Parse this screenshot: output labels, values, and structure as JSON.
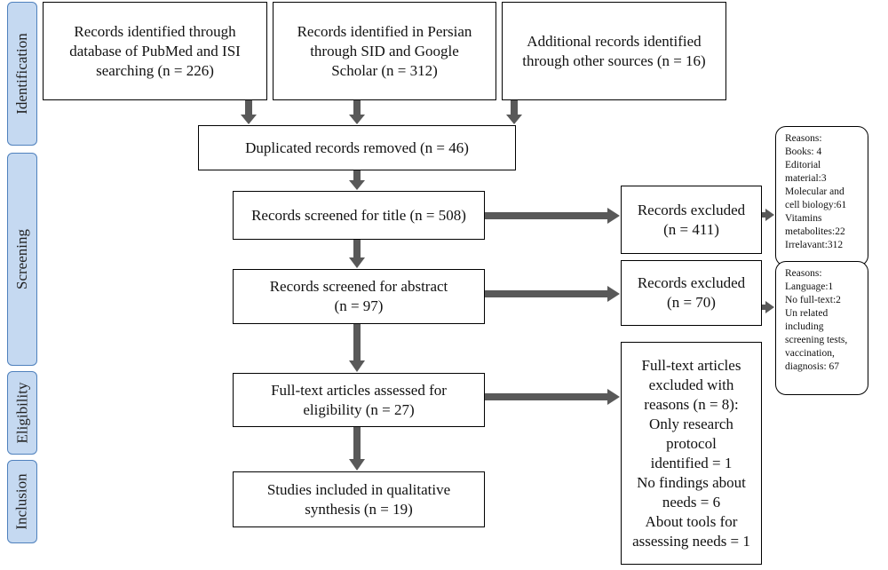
{
  "stages": {
    "identification": "Identification",
    "screening": "Screening",
    "eligibility": "Eligibility",
    "inclusion": "Inclusion"
  },
  "boxes": {
    "pubmed": "Records identified through\ndatabase of PubMed and ISI\nsearching (n = 226)",
    "persian": "Records identified in Persian\nthrough SID and Google\nScholar (n = 312)",
    "other": "Additional records identified\nthrough other sources (n = 16)",
    "duplicates": "Duplicated records removed (n = 46)",
    "title_screen": "Records screened for title (n = 508)",
    "abstract_screen": "Records screened for abstract\n(n = 97)",
    "fulltext": "Full-text articles assessed for\neligibility (n = 27)",
    "included": "Studies included in qualitative\nsynthesis (n = 19)",
    "excluded_title": "Records excluded\n(n = 411)",
    "excluded_abstract": "Records excluded\n(n = 70)",
    "excluded_fulltext": "Full-text articles\nexcluded with\nreasons (n = 8):\nOnly research\nprotocol\nidentified = 1\nNo findings about\nneeds = 6\nAbout tools for\nassessing needs = 1"
  },
  "notes": {
    "title_reasons": [
      "Reasons:",
      "Books: 4",
      "Editorial",
      "material:3",
      "Molecular and",
      "cell biology:61",
      "Vitamins",
      "metabolites:22",
      "Irrelavant:312"
    ],
    "abstract_reasons": [
      "Reasons:",
      "Language:1",
      "No full-text:2",
      "Un related",
      "including",
      "screening tests,",
      "vaccination,",
      "diagnosis: 67"
    ]
  },
  "colors": {
    "stage_fill": "#c5d9f1",
    "stage_border": "#4f81bd",
    "arrow": "#595959"
  }
}
